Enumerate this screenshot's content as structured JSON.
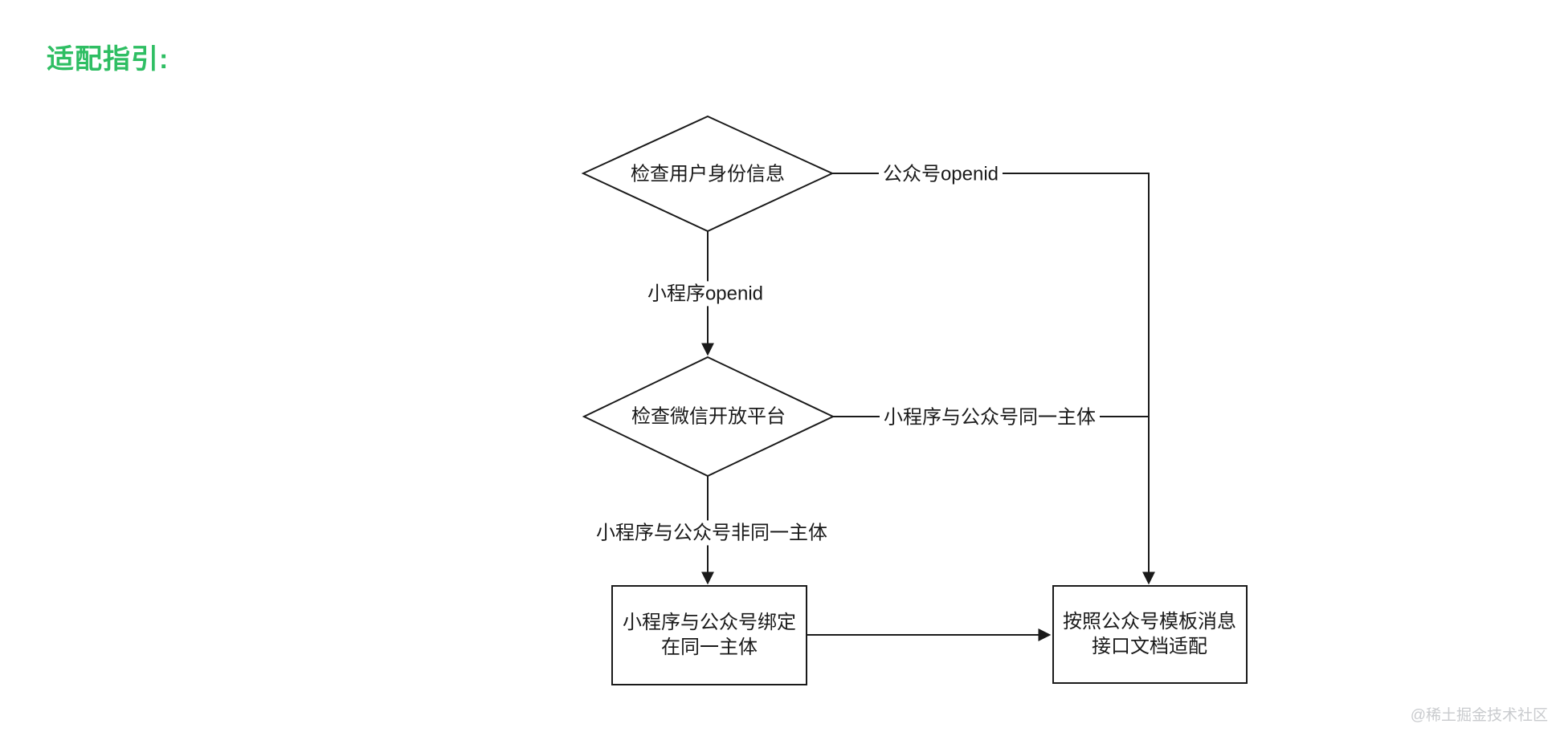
{
  "page": {
    "title": "适配指引:",
    "watermark": "@稀土掘金技术社区"
  },
  "colors": {
    "title_green": "#2FBE63",
    "line_black": "#1A1A1A",
    "node_fill": "#FFFFFF",
    "watermark_gray": "#C9CBCE"
  },
  "flowchart": {
    "nodes": {
      "decision1": {
        "type": "decision",
        "label": "检查用户身份信息"
      },
      "decision2": {
        "type": "decision",
        "label": "检查微信开放平台"
      },
      "process1": {
        "type": "process",
        "line1": "小程序与公众号绑定",
        "line2": "在同一主体"
      },
      "process2": {
        "type": "process",
        "line1": "按照公众号模板消息",
        "line2": "接口文档适配"
      }
    },
    "edge_labels": {
      "d1_right": "公众号openid",
      "d1_down": "小程序openid",
      "d2_right": "小程序与公众号同一主体",
      "d2_down": "小程序与公众号非同一主体"
    },
    "edges": [
      {
        "from": "decision1",
        "to": "process2",
        "label": "公众号openid",
        "route": "right-then-down"
      },
      {
        "from": "decision1",
        "to": "decision2",
        "label": "小程序openid",
        "route": "down"
      },
      {
        "from": "decision2",
        "to": "process2",
        "label": "小程序与公众号同一主体",
        "route": "right-join"
      },
      {
        "from": "decision2",
        "to": "process1",
        "label": "小程序与公众号非同一主体",
        "route": "down"
      },
      {
        "from": "process1",
        "to": "process2",
        "label": "",
        "route": "right"
      }
    ]
  }
}
